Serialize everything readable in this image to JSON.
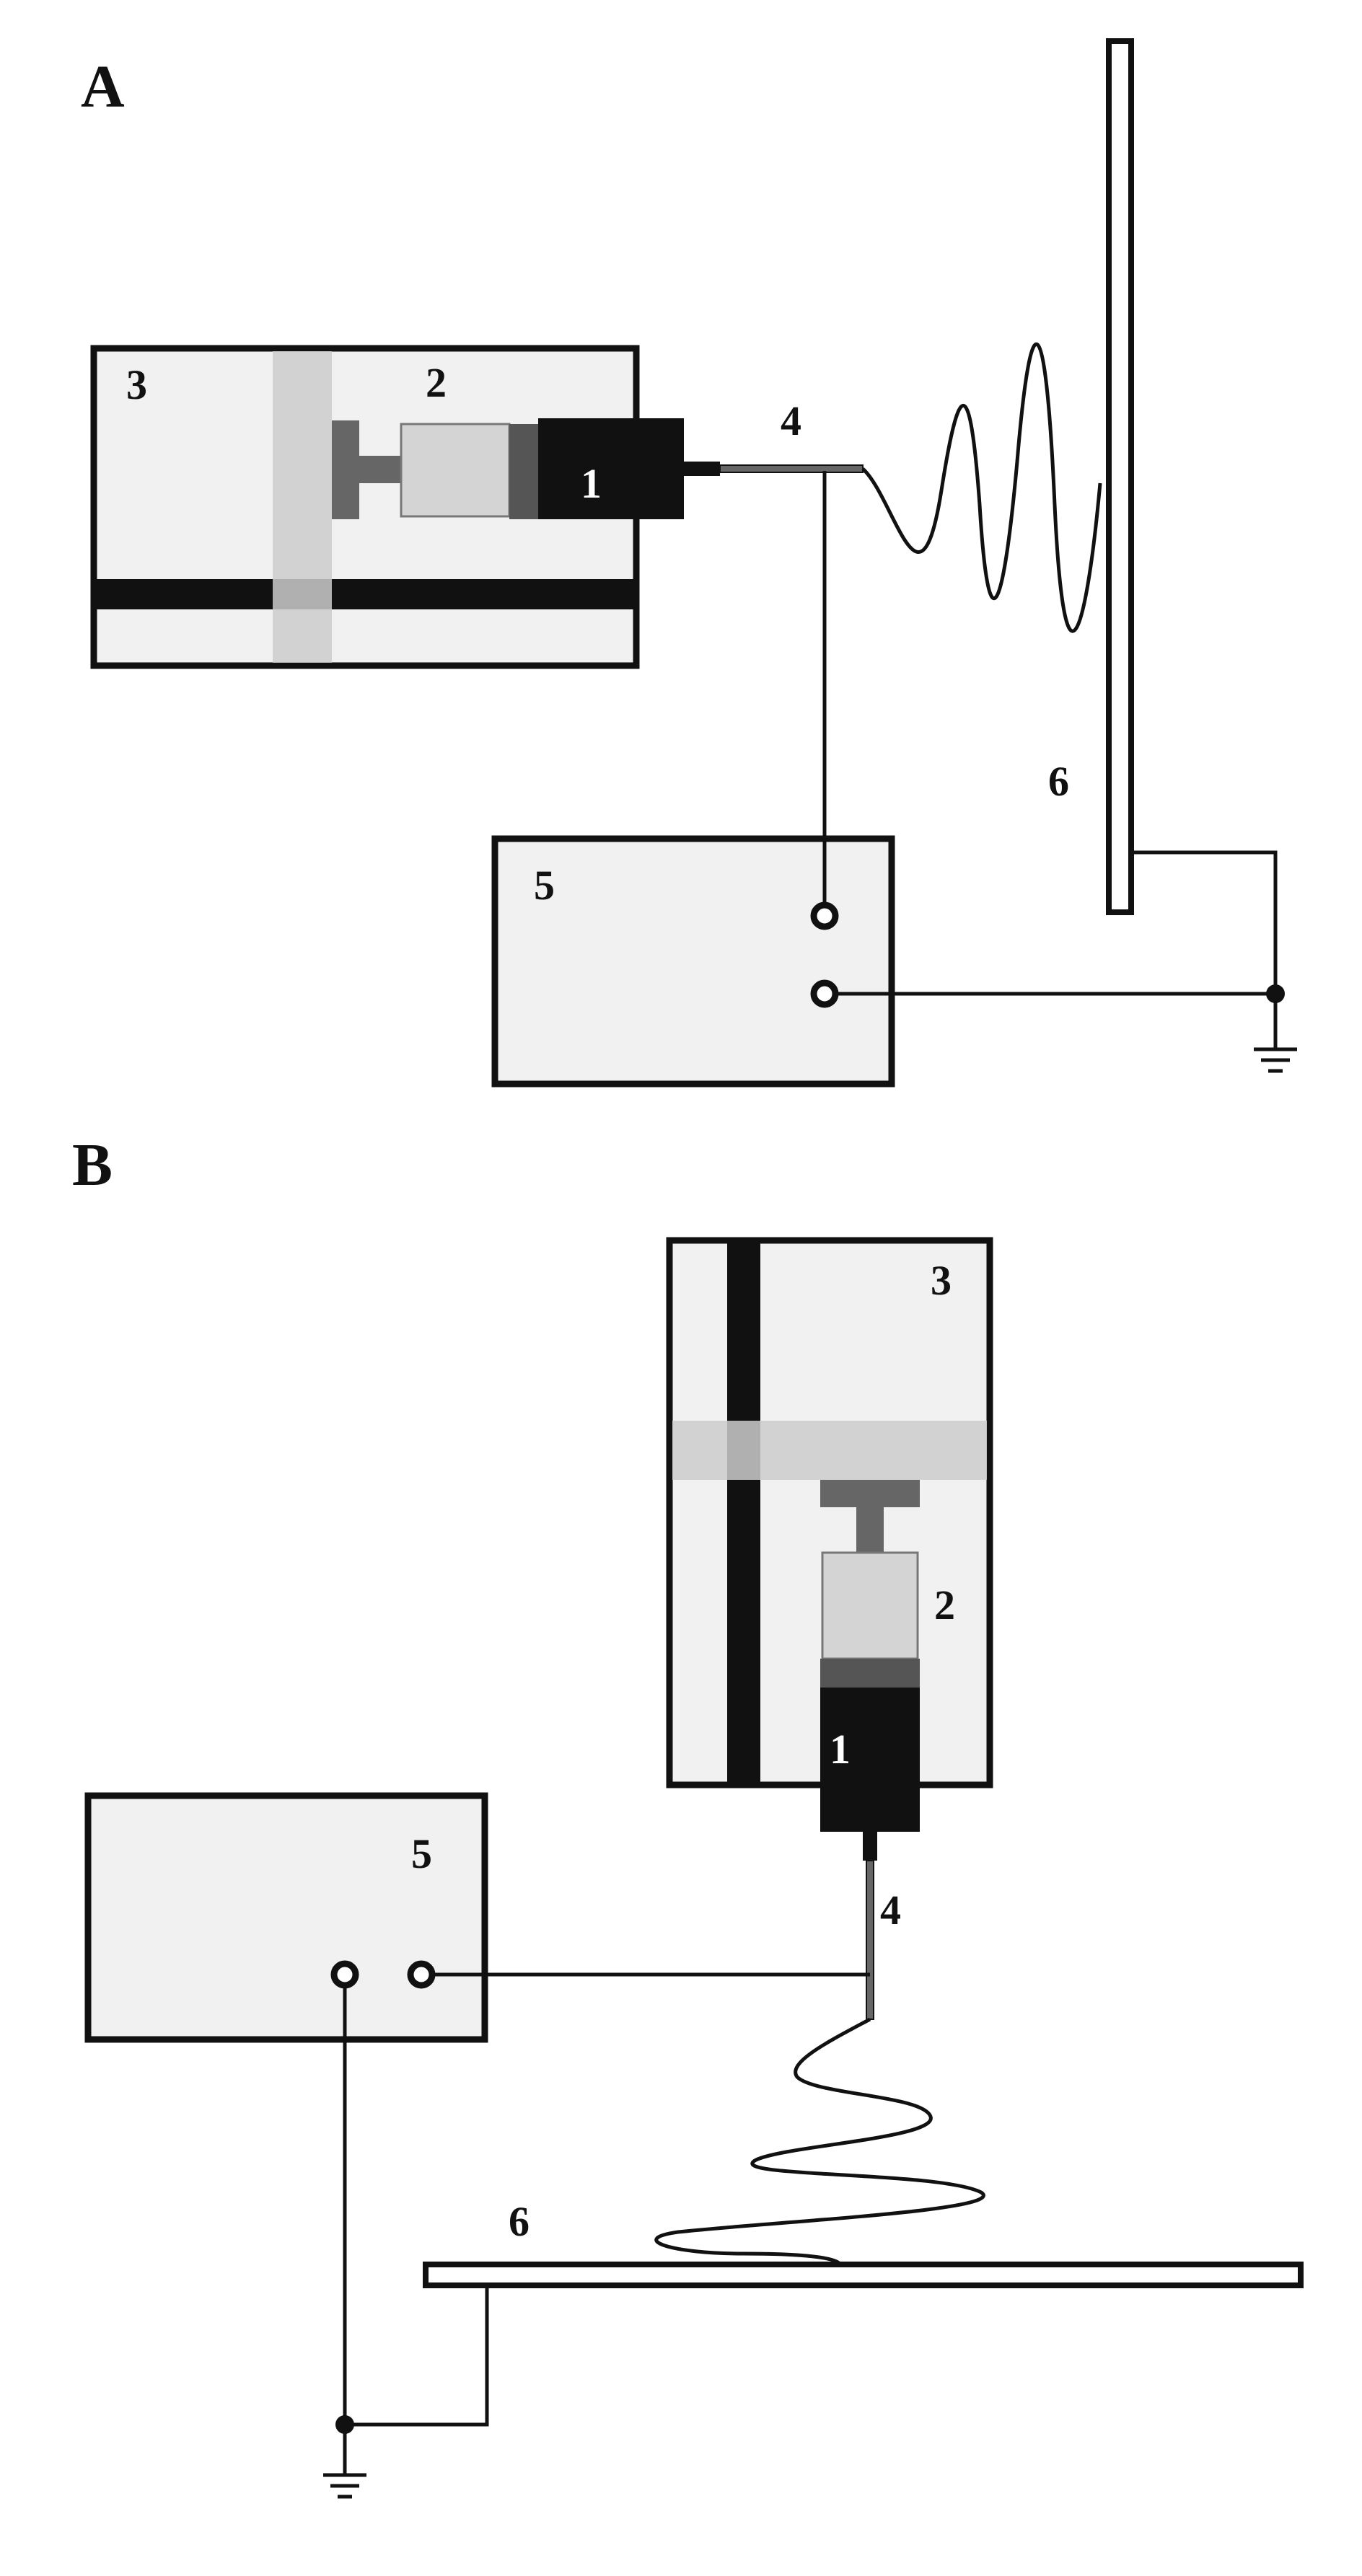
{
  "panels": [
    {
      "id": "A",
      "label": "A"
    },
    {
      "id": "B",
      "label": "B"
    }
  ],
  "parts": {
    "A": {
      "p1": "1",
      "p2": "2",
      "p3": "3",
      "p4": "4",
      "p5": "5",
      "p6": "6"
    },
    "B": {
      "p1": "1",
      "p2": "2",
      "p3": "3",
      "p4": "4",
      "p5": "5",
      "p6": "6"
    }
  },
  "colors": {
    "outline": "#111111",
    "box_fill": "#f1f1f1",
    "clamp": "#cccccc",
    "rail": "#111111",
    "plunger": "#666666",
    "barrel": "#d4d4d4",
    "syringe_body": "#111111"
  }
}
